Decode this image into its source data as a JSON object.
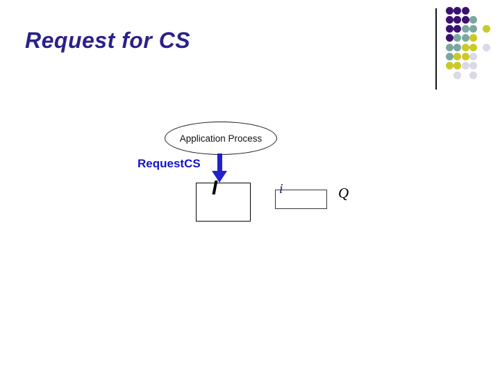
{
  "slide": {
    "title": "Request for CS",
    "title_color": "#2B2189"
  },
  "diagram": {
    "ellipse_label": "Application Process",
    "request_label": "RequestCS",
    "request_label_color": "#1414CC",
    "arrow_color": "#2121CC",
    "box1_label": "I",
    "box1_label_color": "#000000",
    "box2_label": "i",
    "box2_label_color": "#1C1C82",
    "queue_label": "Q",
    "queue_label_color": "#000000"
  },
  "decoration": {
    "line_color": "#141414",
    "palette": {
      "P": "#3A1171",
      "T": "#7BA7A0",
      "Y": "#C9C929",
      "L": "#D9D9E8"
    },
    "rows": [
      "PPP..",
      "PPPT.",
      "PPTTY",
      "PTTY.",
      "TTYYL",
      "TYYL.",
      "YYLL.",
      ".L.L."
    ]
  }
}
